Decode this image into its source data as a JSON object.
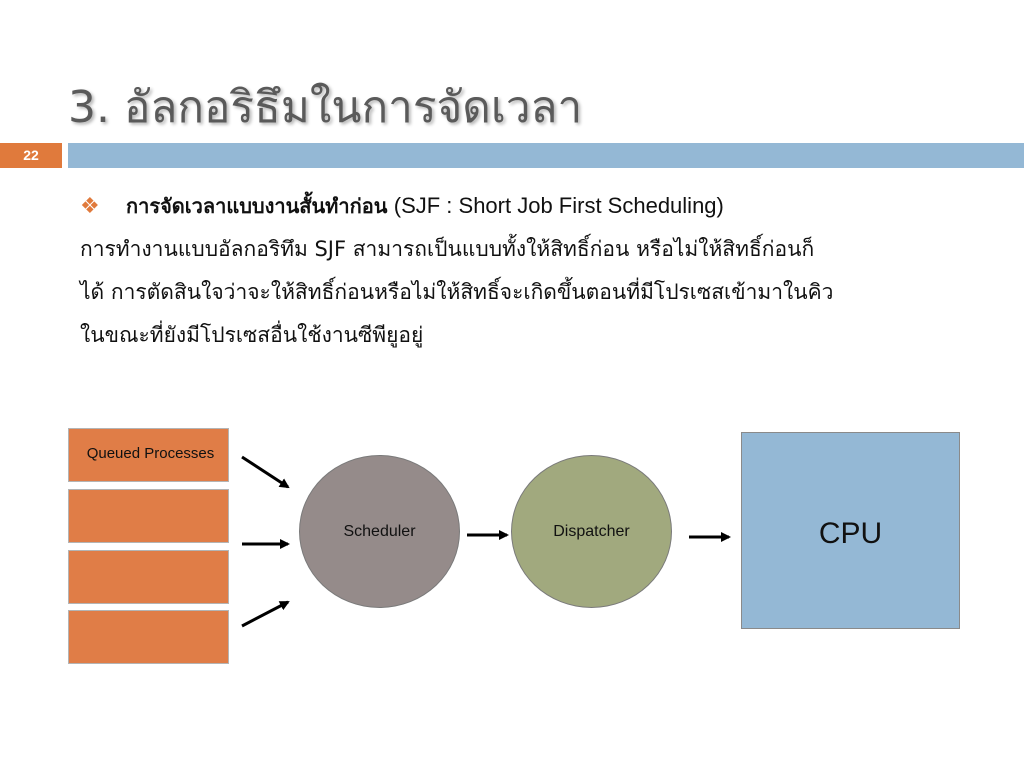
{
  "slide": {
    "title": "3. อัลกอริธึมในการจัดเวลา",
    "number": "22",
    "bullet_heading": "การจัดเวลาแบบงานสั้นทำก่อน",
    "bullet_english": "(SJF : Short Job First Scheduling)",
    "body_lines": [
      "การทำงานแบบอัลกอริทึม SJF สามารถเป็นแบบทั้งให้สิทธิ์ก่อน หรือไม่ให้สิทธิ์ก่อนก็",
      "ได้ การตัดสินใจว่าจะให้สิทธิ์ก่อนหรือไม่ให้สิทธิ์จะเกิดขึ้นตอนที่มีโปรเซสเข้ามาในคิว",
      "ในขณะที่ยังมีโปรเซสอื่นใช้งานซีพียูอยู่"
    ]
  },
  "diagram": {
    "queue_label": "Queued Processes",
    "scheduler_label": "Scheduler",
    "dispatcher_label": "Dispatcher",
    "cpu_label": "CPU"
  },
  "colors": {
    "accent_orange": "#e07a3c",
    "title_bar_blue": "#94b8d5",
    "queue_box": "#e07d47",
    "scheduler_fill": "#958b8a",
    "dispatcher_fill": "#a1a97e",
    "cpu_fill": "#94b8d5"
  }
}
